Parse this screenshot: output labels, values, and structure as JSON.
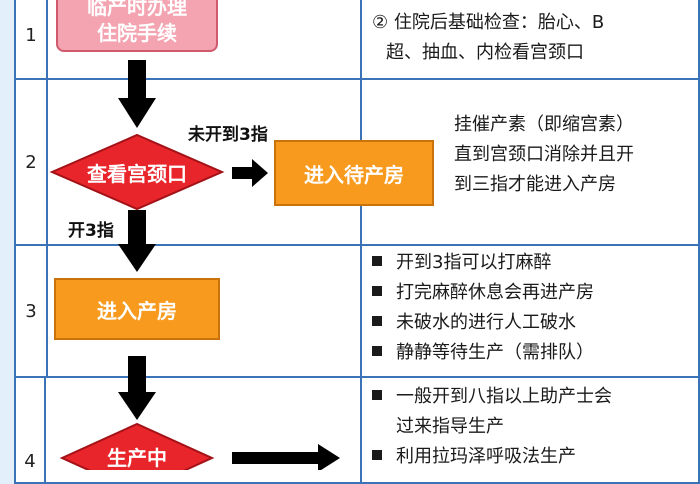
{
  "rows": [
    {
      "num": "1",
      "box_text_line1": "临产时办理",
      "box_text_line2": "住院手续",
      "text_lines": [
        "② 住院后基础检查：胎心、B",
        "超、抽血、内检看宫颈口"
      ]
    },
    {
      "num": "2",
      "decision_text": "查看宫颈口",
      "side_label": "未开到3指",
      "side_box": "进入待产房",
      "text_lines": [
        "挂催产素（即缩宫素）",
        "直到宫颈口消除并且开",
        "到三指才能进入产房"
      ]
    },
    {
      "num": "3",
      "down_label": "开3指",
      "box_text": "进入产房",
      "bullets": [
        "开到3指可以打麻醉",
        "打完麻醉休息会再进产房",
        "未破水的进行人工破水",
        "静静等待生产（需排队）"
      ]
    },
    {
      "num": "4",
      "decision_text": "生产中",
      "bullets": [
        "一般开到八指以上助产士会",
        "过来指导生产",
        "利用拉玛泽呼吸法生产"
      ]
    }
  ],
  "colors": {
    "border": "#3a74b6",
    "orange": "#f79a1e",
    "red": "#e8252b",
    "pink": "#f4a3b0"
  }
}
